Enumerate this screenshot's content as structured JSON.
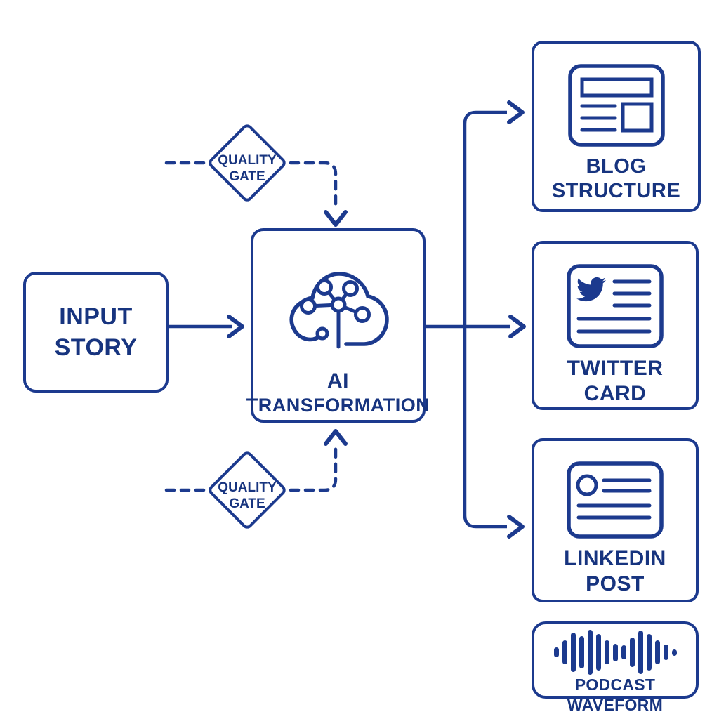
{
  "colors": {
    "stroke": "#1c3a8e",
    "text": "#17347f",
    "background": "#ffffff"
  },
  "nodes": {
    "input_story": {
      "line1": "INPUT",
      "line2": "STORY"
    },
    "quality_gate_top": {
      "line1": "QUALITY",
      "line2": "GATE"
    },
    "quality_gate_bottom": {
      "line1": "QUALITY",
      "line2": "GATE"
    },
    "ai_transformation": {
      "line1": "AI",
      "line2": "TRANSFORMATION",
      "icon": "ai-cloud-network-icon"
    },
    "blog_structure": {
      "line1": "BLOG",
      "line2": "STRUCTURE",
      "icon": "blog-layout-icon"
    },
    "twitter_card": {
      "line1": "TWITTER",
      "line2": "CARD",
      "icon": "twitter-card-icon"
    },
    "linkedin_post": {
      "line1": "LINKEDIN",
      "line2": "POST",
      "icon": "linkedin-post-icon"
    },
    "podcast_waveform": {
      "label": "PODCAST WAVEFORM",
      "icon": "audio-waveform-icon"
    }
  },
  "edges": [
    {
      "from": "input_story",
      "to": "ai_transformation",
      "style": "solid-arrow"
    },
    {
      "from": "quality_gate_top",
      "to": "ai_transformation",
      "style": "dashed-arrow"
    },
    {
      "from": "quality_gate_bottom",
      "to": "ai_transformation",
      "style": "dashed-arrow"
    },
    {
      "from": "ai_transformation",
      "to": "blog_structure",
      "style": "solid-arrow"
    },
    {
      "from": "ai_transformation",
      "to": "twitter_card",
      "style": "solid-arrow"
    },
    {
      "from": "ai_transformation",
      "to": "linkedin_post",
      "style": "solid-arrow"
    }
  ],
  "waveform": {
    "bar_heights": [
      14,
      34,
      56,
      46,
      64,
      52,
      34,
      25,
      20,
      42,
      62,
      52,
      34,
      22,
      9
    ]
  }
}
